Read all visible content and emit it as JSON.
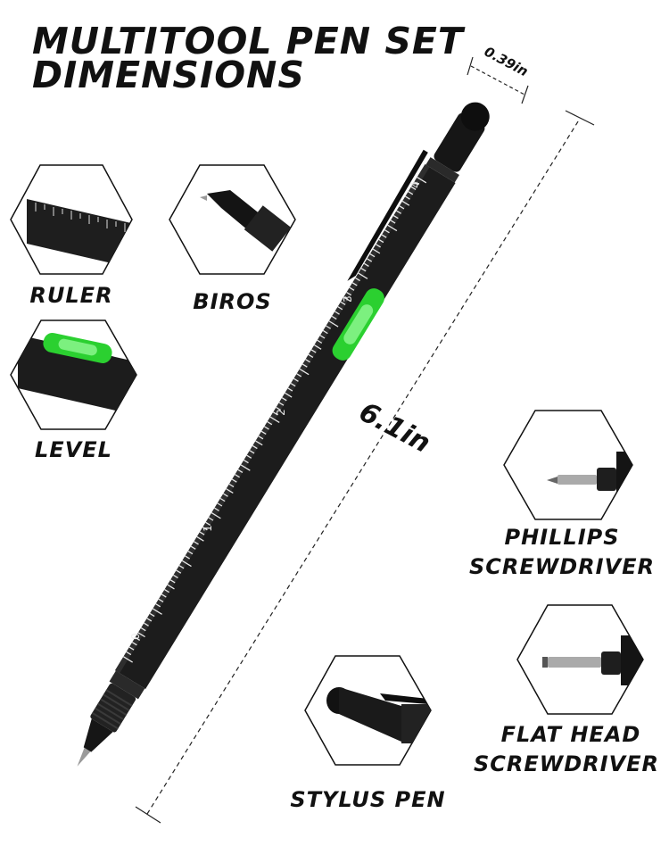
{
  "title": {
    "line1": "MULTITOOL PEN SET",
    "line2": "DIMENSIONS"
  },
  "dimensions": {
    "diameter": "0.39in",
    "length": "6.1in"
  },
  "ruler_numbers": [
    "0",
    "1",
    "2",
    "3",
    "4"
  ],
  "features": {
    "ruler": "RULER",
    "biros": "BIROS",
    "level": "LEVEL",
    "phillips_line1": "PHILLIPS",
    "phillips_line2": "SCREWDRIVER",
    "flat_line1": "FLAT HEAD",
    "flat_line2": "SCREWDRIVER",
    "stylus": "STYLUS PEN"
  },
  "colors": {
    "pen_body": "#1c1c1c",
    "level_bubble": "#35d23a"
  }
}
